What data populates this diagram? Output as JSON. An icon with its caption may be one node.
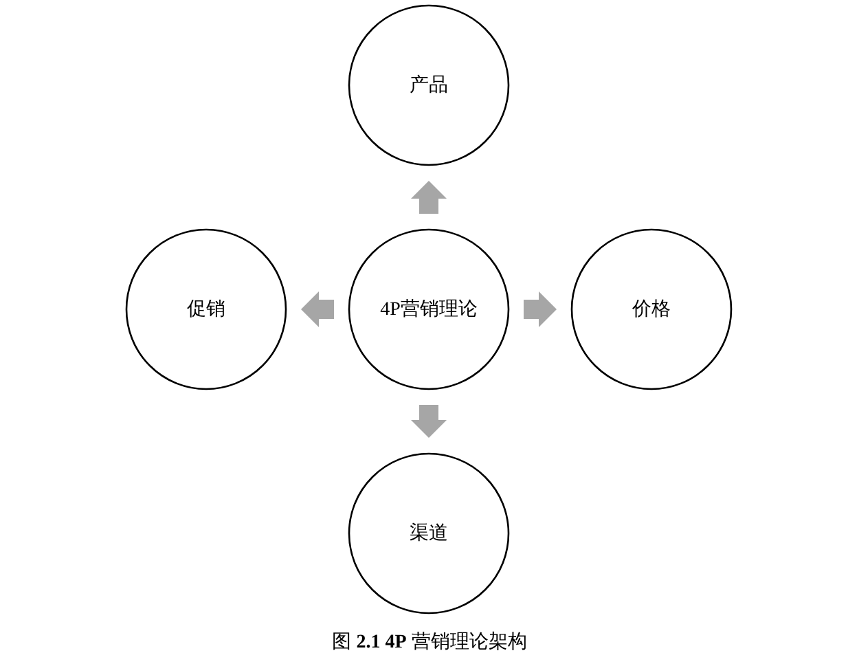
{
  "diagram": {
    "caption": "图 **2.1 4P** 营销理论架构",
    "nodes": [
      {
        "text": [
          "4P营销理论"
        ]
      },
      {
        "text": [
          "产品"
        ]
      },
      {
        "text": [
          "价格"
        ]
      },
      {
        "text": [
          "渠道"
        ]
      },
      {
        "text": [
          "促销"
        ]
      }
    ],
    "edges": [
      {
        "from": 0,
        "to": 1,
        "arrow": "to"
      },
      {
        "from": 0,
        "to": 2,
        "arrow": "to"
      },
      {
        "from": 0,
        "to": 3,
        "arrow": "to"
      },
      {
        "from": 0,
        "to": 4,
        "arrow": "to"
      }
    ]
  }
}
